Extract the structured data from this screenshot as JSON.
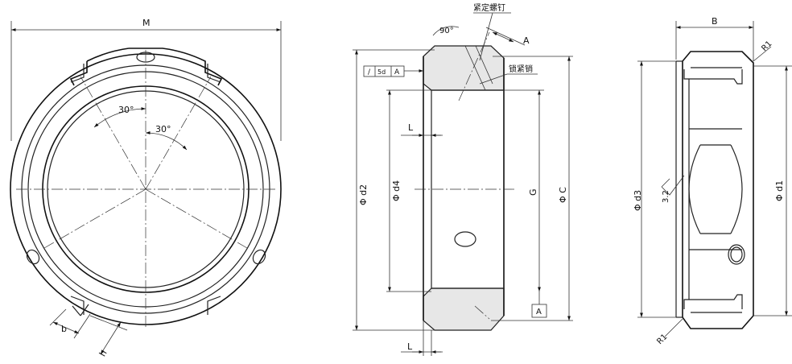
{
  "front_view": {
    "dim_M": "M",
    "angle_1": "30°",
    "angle_2": "30°",
    "dim_b": "b",
    "dim_h": "h"
  },
  "section_view": {
    "label_set_screw": "紧定螺钉",
    "label_lock_pin": "锁紧销",
    "angle_90": "90°",
    "dim_A": "A",
    "frame_sym": "/",
    "frame_tol": "5d",
    "frame_datum": "A",
    "dim_L_top": "L",
    "dim_L_bottom": "L",
    "dim_d2": "Φ d2",
    "dim_d4": "Φ d4",
    "dim_G": "G",
    "dim_C": "Φ C",
    "datum_box": "A"
  },
  "side_view": {
    "dim_B": "B",
    "radius_top": "R1",
    "radius_bottom": "R1",
    "dim_d3": "Φ d3",
    "dim_d1": "Φ d1",
    "roughness": "3.2"
  }
}
